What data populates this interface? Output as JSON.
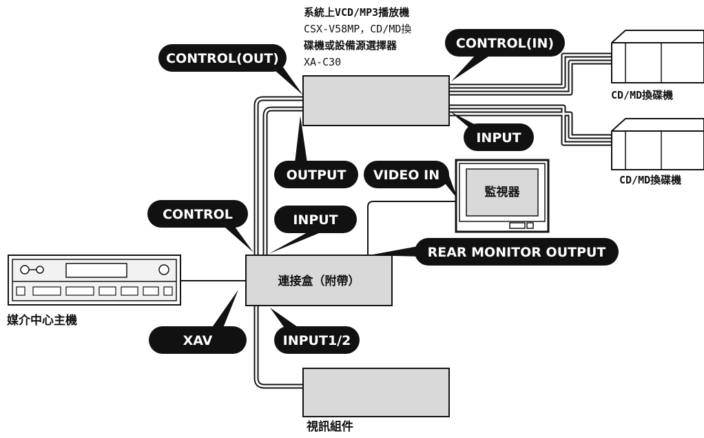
{
  "devices": {
    "head_unit_caption": "媒介中心主機",
    "junction_box": "連接盒（附帶）",
    "video_component": "視訊組件",
    "monitor_screen": "監視器",
    "changer_top": "CD/MD換碟機",
    "changer_bottom": "CD/MD換碟機"
  },
  "top_device_caption": {
    "line1": "系統上VCD/MP3播放機",
    "line2": "CSX-V58MP，CD/MD換",
    "line3": "碟機或設備源選擇器",
    "line4": "XA-C30"
  },
  "pills": {
    "control_out": "CONTROL(OUT)",
    "control_in": "CONTROL(IN)",
    "input_top": "INPUT",
    "output": "OUTPUT",
    "video_in": "VIDEO IN",
    "control": "CONTROL",
    "input_mid": "INPUT",
    "rear_monitor_output": "REAR MONITOR OUTPUT",
    "xav": "XAV",
    "input12": "INPUT1/2"
  }
}
